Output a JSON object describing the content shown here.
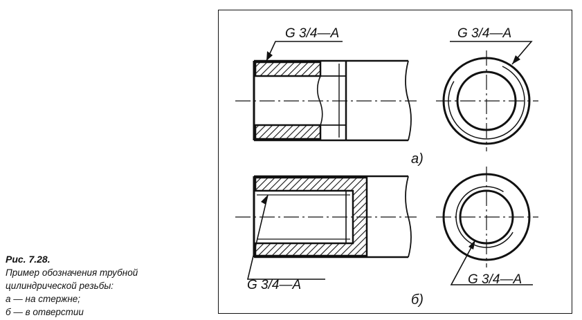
{
  "figure": {
    "number": "Рис. 7.28.",
    "description_lines": [
      "Пример обозначения трубной",
      "цилиндрической резьбы:",
      "а — на стержне;",
      "б — в отверстии"
    ]
  },
  "views": [
    {
      "id": "a",
      "label": "а)",
      "section_thread_label": "G 3/4—A",
      "end_thread_label": "G 3/4—A"
    },
    {
      "id": "b",
      "label": "б)",
      "section_thread_label": "G 3/4—A",
      "end_thread_label": "G 3/4—A"
    }
  ],
  "colors": {
    "ink": "#111111",
    "paper": "#ffffff"
  }
}
